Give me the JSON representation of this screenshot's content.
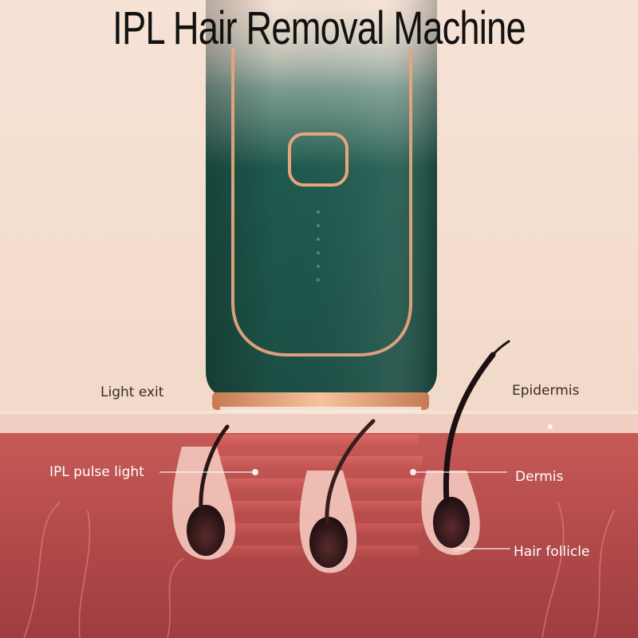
{
  "title": "IPL Hair Removal Machine",
  "labels": {
    "light_exit": "Light exit",
    "epidermis": "Epidermis",
    "ipl_pulse_light": "IPL pulse light",
    "dermis": "Dermis",
    "hair_follicle": "Hair follicle"
  },
  "colors": {
    "device_green": "#22574c",
    "accent_rose_gold": "#e7a57c",
    "skin_surface": "#f0cfc2",
    "dermis_red": "#b8504e",
    "background": "#f3dccd"
  }
}
